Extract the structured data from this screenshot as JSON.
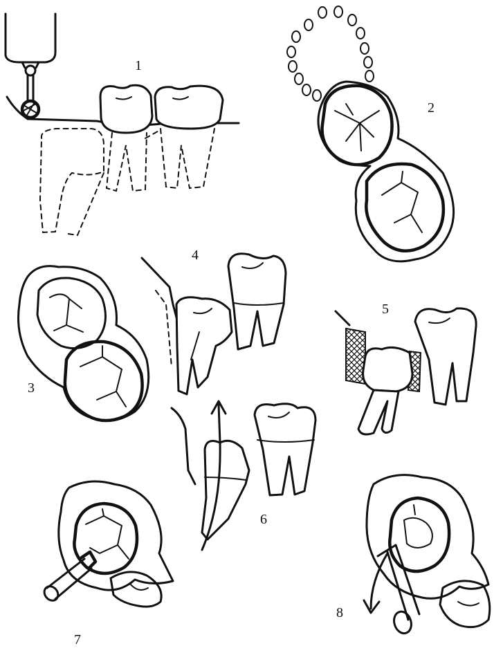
{
  "labels": {
    "p1": "1",
    "p2": "2",
    "p3": "3",
    "p4": "4",
    "p5": "5",
    "p6": "6",
    "p7": "7",
    "p8": "8"
  }
}
